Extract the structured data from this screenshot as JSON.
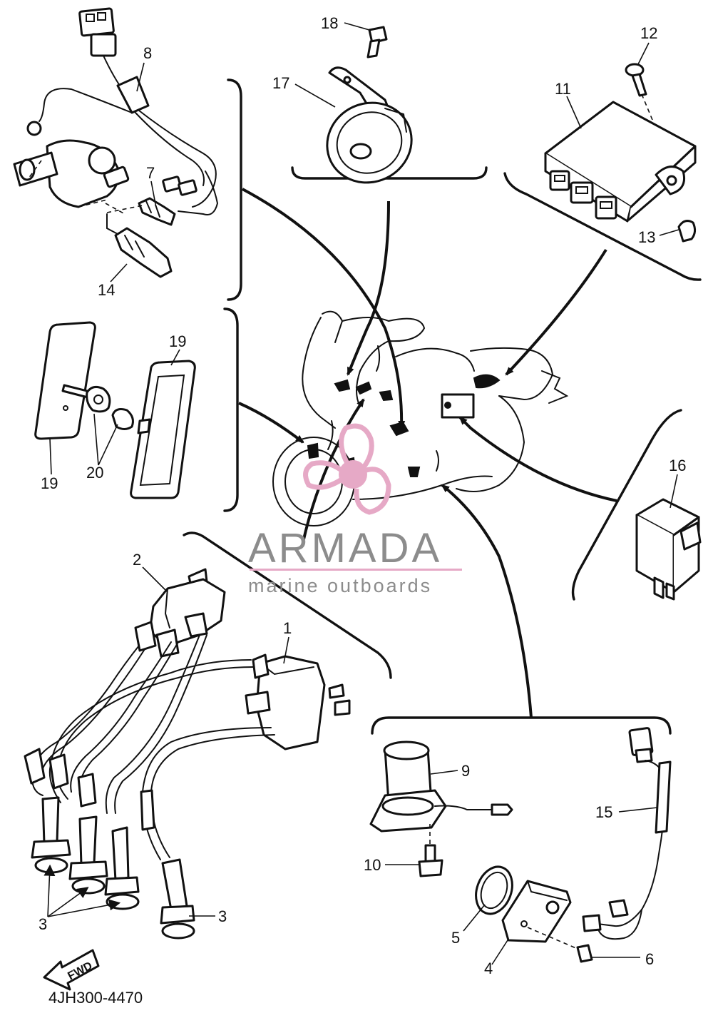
{
  "diagram_code": "4JH300-4470",
  "fwd_label": "FWD",
  "logo": {
    "name": "ARMADA",
    "tagline": "marine outboards"
  },
  "colors": {
    "line": "#111111",
    "logo_pink": "#e6a9c6",
    "logo_text": "#8c8c8c"
  },
  "callouts": [
    "1",
    "2",
    "3",
    "3",
    "4",
    "5",
    "6",
    "7",
    "8",
    "9",
    "10",
    "11",
    "12",
    "13",
    "14",
    "15",
    "16",
    "17",
    "18",
    "19",
    "19",
    "20"
  ]
}
